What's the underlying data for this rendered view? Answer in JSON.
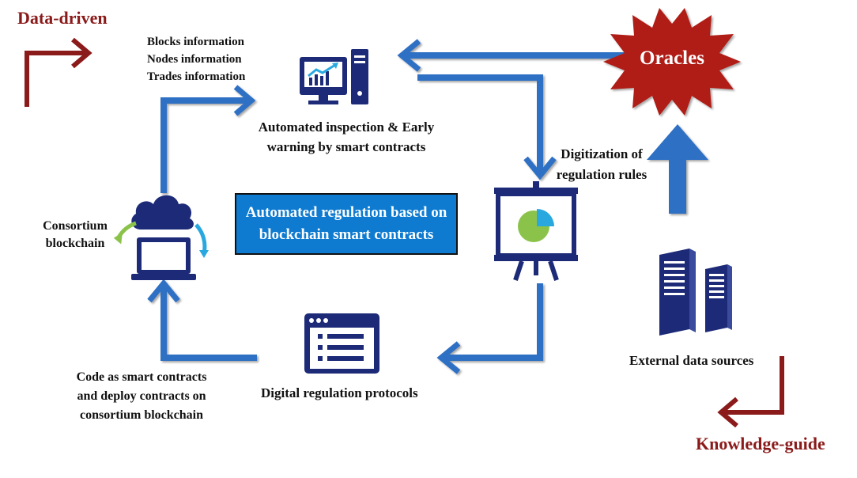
{
  "labels": {
    "data_driven": "Data-driven",
    "knowledge_guide": "Knowledge-guide",
    "oracles": "Oracles",
    "info_lines": [
      "Blocks information",
      "Nodes information",
      "Trades information"
    ],
    "inspection_lines": [
      "Automated inspection & Early",
      "warning by smart contracts"
    ],
    "digitization_lines": [
      "Digitization of",
      "regulation rules"
    ],
    "consortium_lines": [
      "Consortium",
      "blockchain"
    ],
    "center_lines": [
      "Automated regulation based on",
      "blockchain smart contracts"
    ],
    "external_sources": "External data sources",
    "protocols": "Digital regulation protocols",
    "code_lines": [
      "Code as smart contracts",
      "and deploy contracts on",
      "consortium blockchain"
    ]
  },
  "colors": {
    "flow_blue": "#2e6fc4",
    "accent_blue": "#0e7bd0",
    "dark_navy": "#1c2a78",
    "dark_red": "#8b1a1a",
    "oracle_red": "#b01e17",
    "pie_green": "#8bc34a",
    "pie_blue": "#29a8e0"
  },
  "icons": [
    "monitor-chart-icon",
    "presentation-board-icon",
    "cloud-laptop-icon",
    "document-list-icon",
    "server-towers-icon",
    "oracles-starburst-icon"
  ]
}
